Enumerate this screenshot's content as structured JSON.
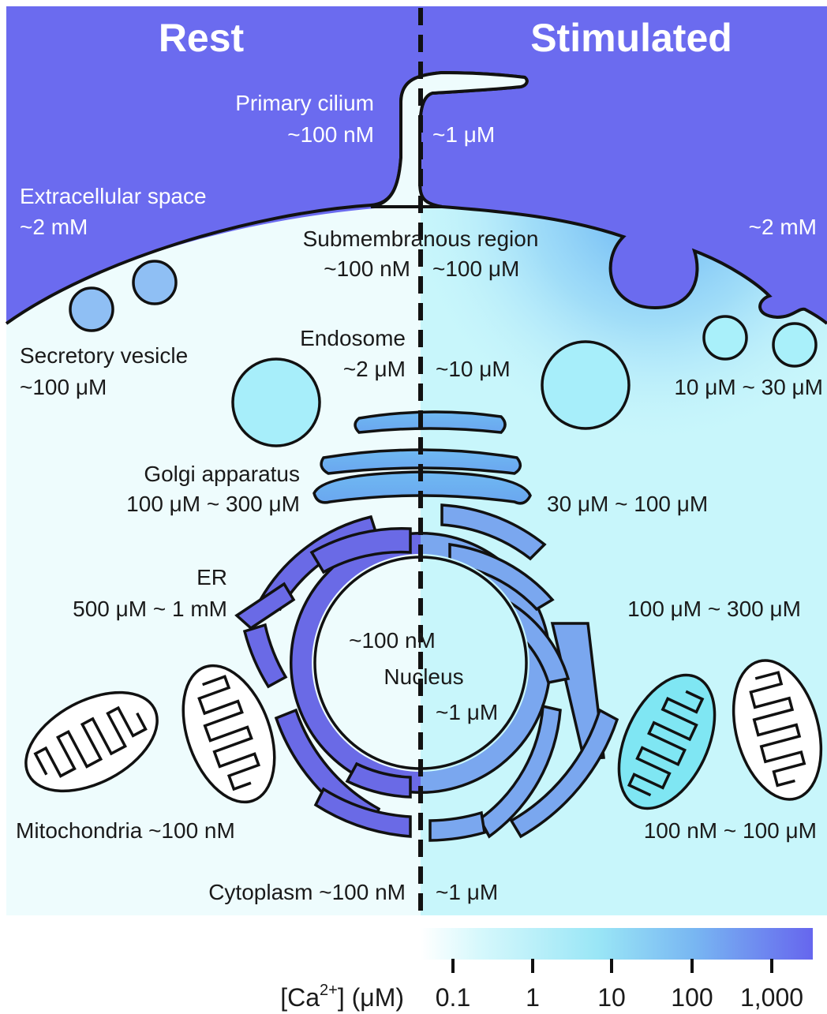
{
  "titles": {
    "rest": "Rest",
    "stimulated": "Stimulated"
  },
  "labels": {
    "primary_cilium": "Primary cilium",
    "cilium_rest": "~100 nM",
    "cilium_stim": "~1 μM",
    "extracellular_space": "Extracellular space",
    "extracellular_rest": "~2 mM",
    "extracellular_stim": "~2 mM",
    "submembranous_region": "Submembranous region",
    "submembranous_rest": "~100 nM",
    "submembranous_stim": "~100 μM",
    "secretory_vesicle": "Secretory vesicle",
    "secretory_rest": "~100 μM",
    "secretory_stim": "10 μM ~ 30 μM",
    "endosome": "Endosome",
    "endosome_rest": "~2 μM",
    "endosome_stim": "~10 μM",
    "golgi": "Golgi apparatus",
    "golgi_rest": "100 μM ~ 300 μM",
    "golgi_stim": "30 μM ~ 100 μM",
    "er": "ER",
    "er_rest": "500 μM ~ 1 mM",
    "er_stim": "100 μM ~ 300 μM",
    "nucleus": "Nucleus",
    "nucleus_rest": "~100 nM",
    "nucleus_stim": "~1 μM",
    "mitochondria_rest": "Mitochondria ~100 nM",
    "mitochondria_stim": "100 nM ~ 100 μM",
    "cytoplasm_rest": "Cytoplasm ~100 nM",
    "cytoplasm_stim": "~1 μM"
  },
  "colorbar": {
    "label_main": "[Ca",
    "label_sup": "2+",
    "label_end": "] (μM)",
    "ticks": [
      "0.1",
      "1",
      "10",
      "100",
      "1,000"
    ]
  },
  "colors": {
    "extracellular": "#6b6bef",
    "cytoplasm_rest": "#eefcfd",
    "cytoplasm_stim": "#c8f6fb",
    "low_ca": "#c8f7fc",
    "mid_ca": "#7fc5f4",
    "high_ca": "#6666ee",
    "outline": "#111111"
  }
}
